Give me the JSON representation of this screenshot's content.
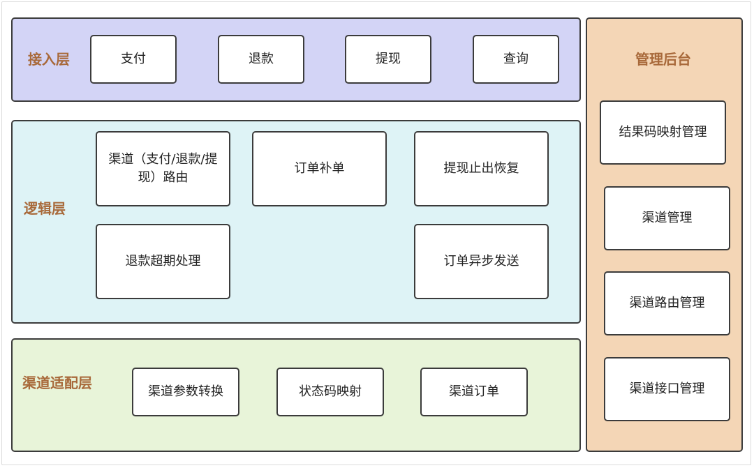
{
  "access": {
    "title": "接入层",
    "items": [
      "支付",
      "退款",
      "提现",
      "查询"
    ]
  },
  "logic": {
    "title": "逻辑层",
    "items": [
      "渠道（支付/退款/提现）路由",
      "订单补单",
      "提现止出恢复",
      "退款超期处理",
      "订单异步发送"
    ]
  },
  "adapt": {
    "title": "渠道适配层",
    "items": [
      "渠道参数转换",
      "状态码映射",
      "渠道订单"
    ]
  },
  "admin": {
    "title": "管理后台",
    "items": [
      "结果码映射管理",
      "渠道管理",
      "渠道路由管理",
      "渠道接口管理"
    ]
  },
  "colors": {
    "access_bg": "#d3d4f6",
    "logic_bg": "#def3f6",
    "adapt_bg": "#e8f4d9",
    "admin_bg": "#f4d6b6",
    "title_text": "#a8693a",
    "border": "#3b3b3b"
  }
}
